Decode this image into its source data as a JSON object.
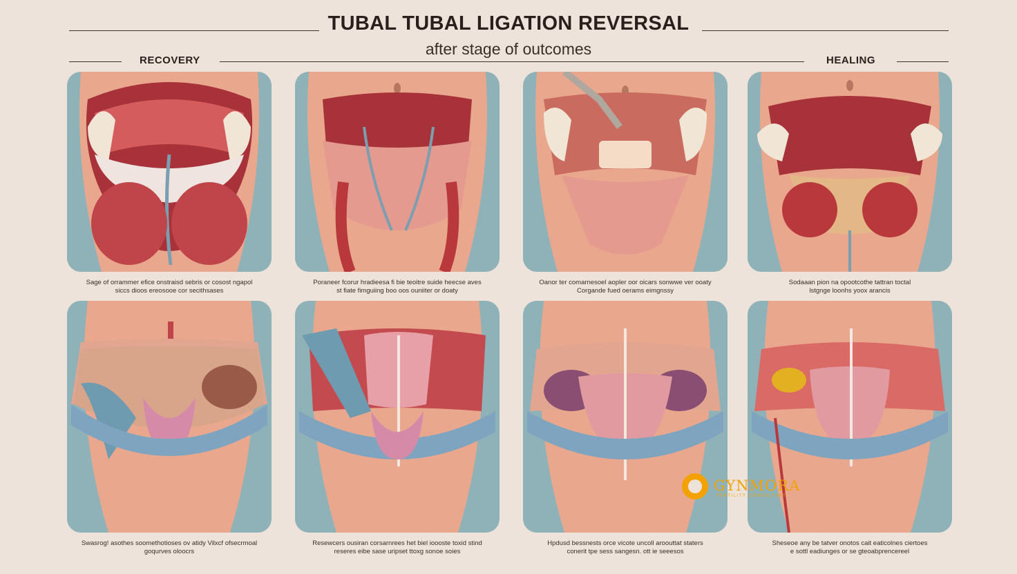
{
  "header": {
    "title": "TUBAL TUBAL LIGATION REVERSAL",
    "subtitle": "after stage of outcomes",
    "label_left": "RECOVERY",
    "label_right": "HEALING"
  },
  "captions": [
    {
      "line1": "Sage of orrammer efice onstraisd sebris or cosost ngapol",
      "line2": "siccs dioos ereosooe cor secithsases"
    },
    {
      "line1": "Poraneer fcorur hradieesa fi bie teoitre suide heecse aves",
      "line2": "st fiate fimguiing boo oos ouniiter or doaty"
    },
    {
      "line1": "Oanor ter comarnesoel aopler oor oicars sonwwe ver ooaty",
      "line2": "Corgande fued oerams eimgnssy"
    },
    {
      "line1": "Sodaaan pion na opootcothe tattran toctal",
      "line2": "lstgnge loonhs yoox arancis"
    },
    {
      "line1": "Swasrog! asothes soomethotioses ov atidy Vilxcf ofsecrmoal",
      "line2": "goqurves oloocrs"
    },
    {
      "line1": "Resewcers ousiran corsarnrees het biel ioooste toxid stind",
      "line2": "reseres eibe sase uripset ttoxg sonoe soies"
    },
    {
      "line1": "Hpdusd bessnests orce vicote uncoll aroouttat staters",
      "line2": "conerit tpe sess sangesn. ott ie seeesos"
    },
    {
      "line1": "Sheseoe any be tatver onotos cait eaticolnes ciertoes",
      "line2": "e sottl eadiunges or se gteoabprencereel"
    }
  ],
  "logo": {
    "name": "GYNMORA",
    "tagline": "FERTILITY CONSULTANT",
    "color": "#f2a100"
  },
  "colors": {
    "background": "#ede3da",
    "panel_bg": "#8fb1b8",
    "skin": "#e9a88e",
    "organ": "#b8383c",
    "tube": "#7b9fb0"
  }
}
